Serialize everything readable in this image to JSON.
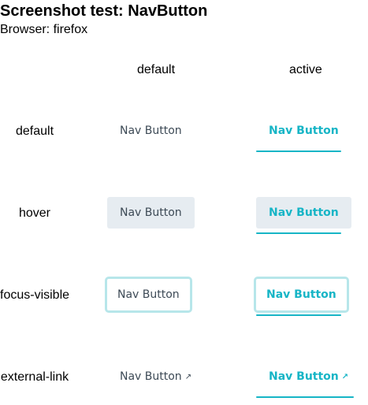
{
  "header": {
    "title": "Screenshot test: NavButton",
    "subtitle": "Browser: firefox"
  },
  "columns": [
    "default",
    "active"
  ],
  "rows": [
    "default",
    "hover",
    "focus-visible",
    "external-link"
  ],
  "button_label": "Nav Button",
  "external_icon_glyph": "↗",
  "colors": {
    "text": "#3d4a56",
    "active_text": "#17b5c6",
    "hover_bg": "#e6ecf1",
    "focus_ring": "#b7e6ea"
  }
}
